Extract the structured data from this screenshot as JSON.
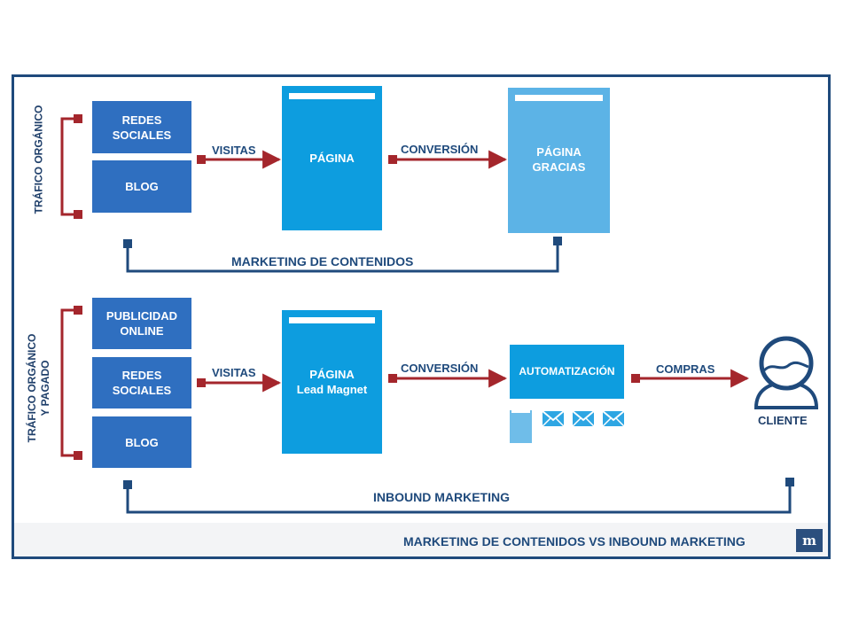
{
  "top_section": {
    "side_label": "TRÁFICO ORGÁNICO",
    "sources": [
      "REDES\nSOCIALES",
      "BLOG"
    ],
    "edge_visits": "VISITAS",
    "landing": "PÁGINA",
    "edge_conversion": "CONVERSIÓN",
    "thanks": "PÁGINA\nGRACIAS",
    "bracket_label": "MARKETING DE CONTENIDOS"
  },
  "bottom_section": {
    "side_label": "TRÁFICO ORGÁNICO\nY PAGADO",
    "sources": [
      "PUBLICIDAD\nONLINE",
      "REDES\nSOCIALES",
      "BLOG"
    ],
    "edge_visits": "VISITAS",
    "landing": "PÁGINA\nLead Magnet",
    "edge_conversion": "CONVERSIÓN",
    "automation": "AUTOMATIZACIÓN",
    "edge_purchases": "COMPRAS",
    "customer": "CLIENTE",
    "bracket_label": "INBOUND MARKETING"
  },
  "footer": {
    "title": "MARKETING DE CONTENIDOS VS INBOUND MARKETING",
    "logo_text": "m"
  },
  "colors": {
    "navy": "#1f4a7c",
    "box_dark": "#2f6fc0",
    "box_bright": "#0d9ddf",
    "box_light": "#5cb3e6",
    "arrow_red": "#a4262c"
  },
  "icons": [
    "envelope-icon",
    "document-icon",
    "customer-avatar-icon",
    "brand-logo-icon"
  ]
}
